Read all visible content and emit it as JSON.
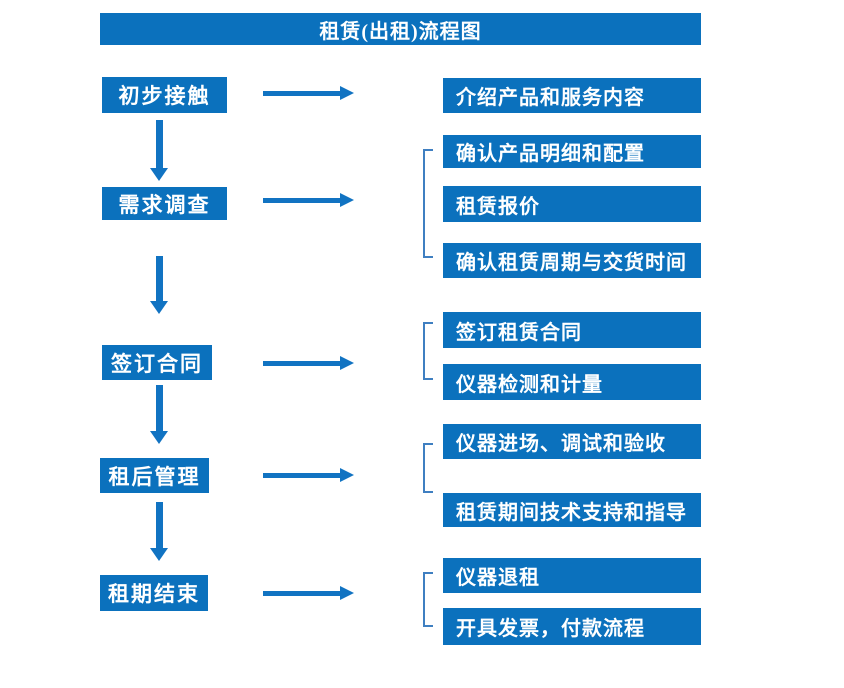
{
  "title": "租赁(出租)流程图",
  "colors": {
    "box_blue": "#0b71bd",
    "arrow_blue": "#1173c2",
    "bracket_blue": "#3f7fc1",
    "text_white": "#ffffff",
    "background": "#ffffff"
  },
  "steps": [
    {
      "label": "初步接触"
    },
    {
      "label": "需求调查"
    },
    {
      "label": "签订合同"
    },
    {
      "label": "租后管理"
    },
    {
      "label": "租期结束"
    }
  ],
  "details": [
    {
      "label": "介绍产品和服务内容"
    },
    {
      "label": "确认产品明细和配置"
    },
    {
      "label": "租赁报价"
    },
    {
      "label": "确认租赁周期与交货时间"
    },
    {
      "label": "签订租赁合同"
    },
    {
      "label": "仪器检测和计量"
    },
    {
      "label": "仪器进场、调试和验收"
    },
    {
      "label": "租赁期间技术支持和指导"
    },
    {
      "label": "仪器退租"
    },
    {
      "label": "开具发票，付款流程"
    }
  ]
}
